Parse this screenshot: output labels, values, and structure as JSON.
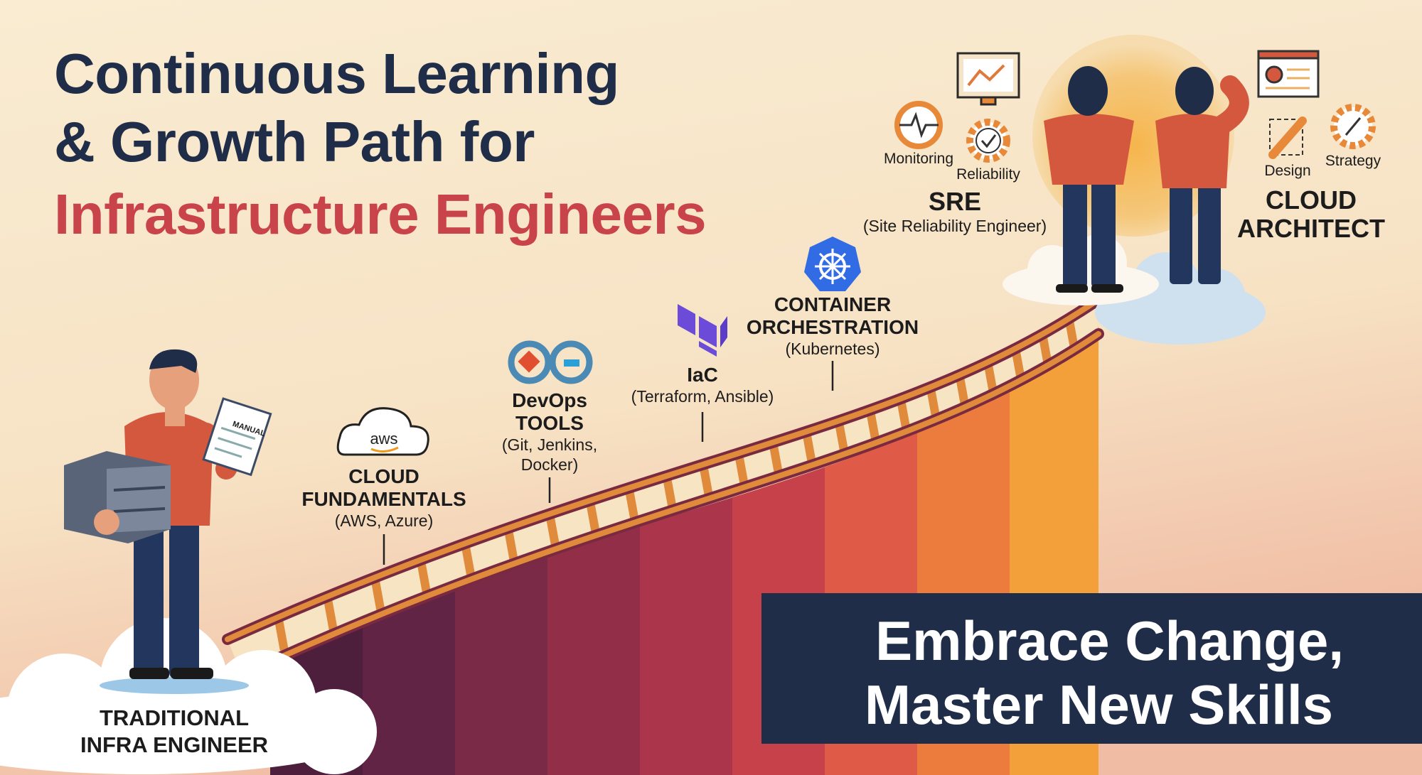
{
  "title": {
    "line1": "Continuous Learning",
    "line2": "& Growth Path for",
    "line3": "Infrastructure Engineers"
  },
  "start": {
    "line1": "TRADITIONAL",
    "line2": "INFRA ENGINEER",
    "manual_label": "MANUAL"
  },
  "milestones": [
    {
      "icon": "aws-cloud-icon",
      "icon_text": "aws",
      "line1": "CLOUD",
      "line2": "FUNDAMENTALS",
      "sub": "(AWS, Azure)"
    },
    {
      "icon": "devops-infinity-icon",
      "line1": "DevOps",
      "line2": "TOOLS",
      "sub1": "(Git, Jenkins,",
      "sub2": "Docker)"
    },
    {
      "icon": "terraform-icon",
      "line1": "IaC",
      "sub": "(Terraform, Ansible)"
    },
    {
      "icon": "kubernetes-icon",
      "line1": "CONTAINER",
      "line2": "ORCHESTRATION",
      "sub": "(Kubernetes)"
    }
  ],
  "sre": {
    "title": "SRE",
    "sub": "(Site Reliability Engineer)",
    "skills": [
      "Monitoring",
      "Reliability"
    ]
  },
  "architect": {
    "line1": "CLOUD",
    "line2": "ARCHITECT",
    "skills": [
      "Design",
      "Strategy"
    ]
  },
  "banner": {
    "line1": "Embrace Change,",
    "line2": "Master New Skills"
  },
  "colors": {
    "navy": "#1f2d48",
    "red": "#c8434a",
    "orange": "#e8893a",
    "cream": "#f8e9cc",
    "k8s": "#326ce5",
    "terraform": "#6b4bd8"
  }
}
